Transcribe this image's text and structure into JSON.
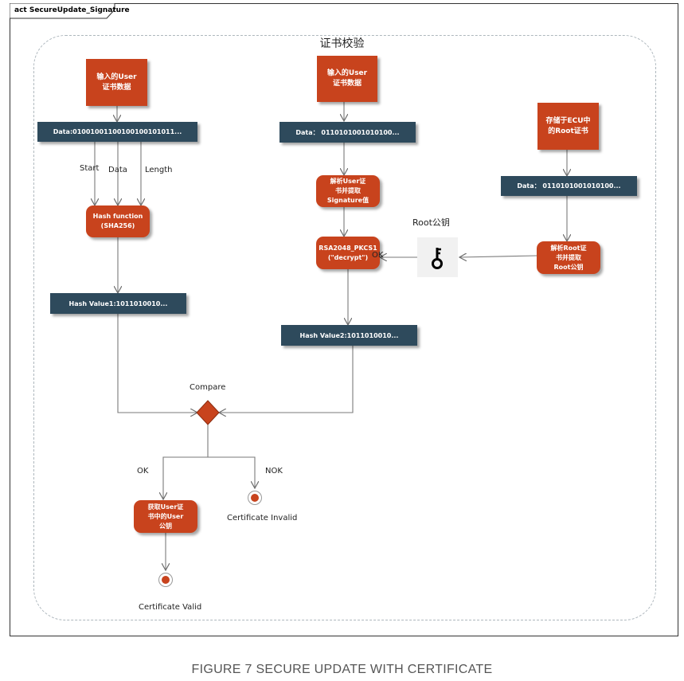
{
  "diagram": {
    "frame_label": "act SecureUpdate_Signature",
    "group_title": "证书校验",
    "nodes": {
      "user_cert_left": "输入的User\n证书数据",
      "data_left": "Data:01001001100100100101011...",
      "hash_function": "Hash function\n(SHA256)",
      "hash_value1": "Hash Value1:1011010010...",
      "user_cert_mid": "输入的User\n证书数据",
      "data_mid": "Data： 0110101001010100...",
      "parse_user_cert": "解析User证\n书并提取\nSignature值",
      "rsa": "RSA2048_PKCS1\n(\"decrypt\")",
      "hash_value2": "Hash Value2:1011010010...",
      "root_cert": "存储于ECU中\n的Root证书",
      "data_right": "Data： 0110101001010100...",
      "parse_root_cert": "解析Root证\n书并提取\nRoot公钥",
      "get_user_pubkey": "获取User证\n书中的User\n公钥"
    },
    "labels": {
      "start": "Start",
      "data": "Data",
      "length": "Length",
      "root_pubkey": "Root公钥",
      "ok_key": "OK",
      "compare": "Compare",
      "ok_branch": "OK",
      "nok_branch": "NOK",
      "cert_invalid": "Certificate Invalid",
      "cert_valid": "Certificate Valid"
    },
    "key_icon": "key-icon",
    "colors": {
      "action": "#c8431d",
      "data_object": "#2e4a5c",
      "connector": "#7a7a7a",
      "group_border": "#aeb7bd"
    }
  },
  "caption": "FIGURE 7 SECURE UPDATE WITH CERTIFICATE"
}
